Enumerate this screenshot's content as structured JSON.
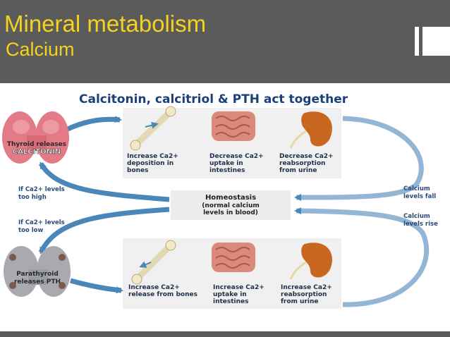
{
  "slide": {
    "title": "Mineral metabolism",
    "subtitle": "Calcium"
  },
  "diagram": {
    "heading": "Calcitonin, calcitriol & PTH act together",
    "thyroid": {
      "line1": "Thyroid releases",
      "line2": "CALCITONIN"
    },
    "parathyroid": {
      "line1": "Parathyroid",
      "line2": "releases PTH"
    },
    "homeostasis": {
      "line1": "Homeostasis",
      "line2": "(normal calcium",
      "line3": "levels in blood)"
    },
    "if_high": {
      "line1": "If Ca2+ levels",
      "line2": "too high"
    },
    "if_low": {
      "line1": "If Ca2+ levels",
      "line2": "too low"
    },
    "levels_fall": {
      "line1": "Calcium",
      "line2": "levels fall"
    },
    "levels_rise": {
      "line1": "Calcium",
      "line2": "levels rise"
    },
    "top_effects": [
      {
        "line1": "Increase Ca2+",
        "line2": "deposition in",
        "line3": "bones"
      },
      {
        "line1": "Decrease Ca2+",
        "line2": "uptake in",
        "line3": "intestines"
      },
      {
        "line1": "Decrease Ca2+",
        "line2": "reabsorption",
        "line3": "from urine"
      }
    ],
    "bottom_effects": [
      {
        "line1": "Increase Ca2+",
        "line2": "release from bones"
      },
      {
        "line1": "Increase Ca2+",
        "line2": "uptake in",
        "line3": "intestines"
      },
      {
        "line1": "Increase Ca2+",
        "line2": "reabsorption",
        "line3": "from urine"
      }
    ],
    "colors": {
      "arrow": "#4a86b8",
      "thyroid": "#e27b85",
      "parathyroid": "#a8aab0",
      "panel": "#f0f0f0",
      "heading": "#1b3f7a",
      "kidney": "#c9661f",
      "bone": "#f3e8c8",
      "intestine": "#d98a7a"
    }
  }
}
